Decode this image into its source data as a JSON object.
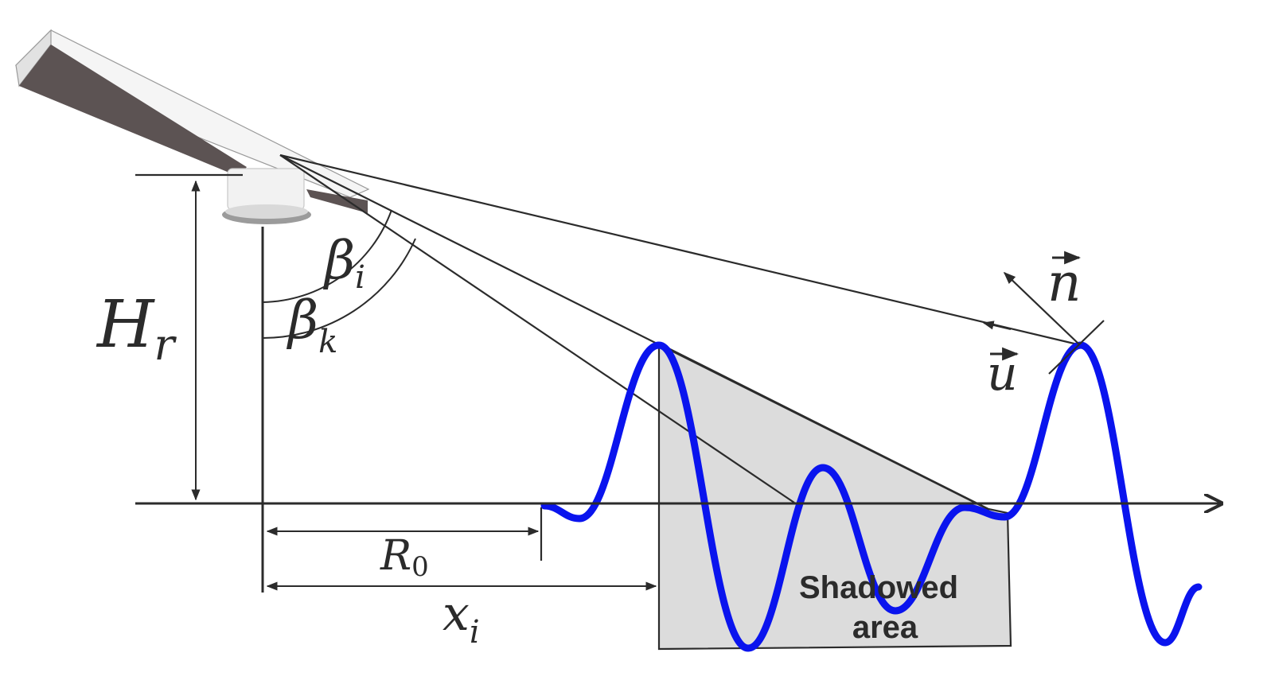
{
  "labels": {
    "height_main": "H",
    "height_sub": "r",
    "beta_i_main": "β",
    "beta_i_sub": "i",
    "beta_k_main": "β",
    "beta_k_sub": "k",
    "r0_main": "R",
    "r0_sub": "0",
    "xi_main": "x",
    "xi_sub": "i",
    "normal_vec": "n",
    "direction_vec": "u",
    "shadow_line1": "Shadowed",
    "shadow_line2": "area"
  },
  "colors": {
    "wave": "#0a14ee",
    "ink": "#2b2b2b",
    "shadow": "#dcdcdc",
    "antenna_dark": "#5e5656",
    "antenna_light": "#f4f4f4"
  }
}
